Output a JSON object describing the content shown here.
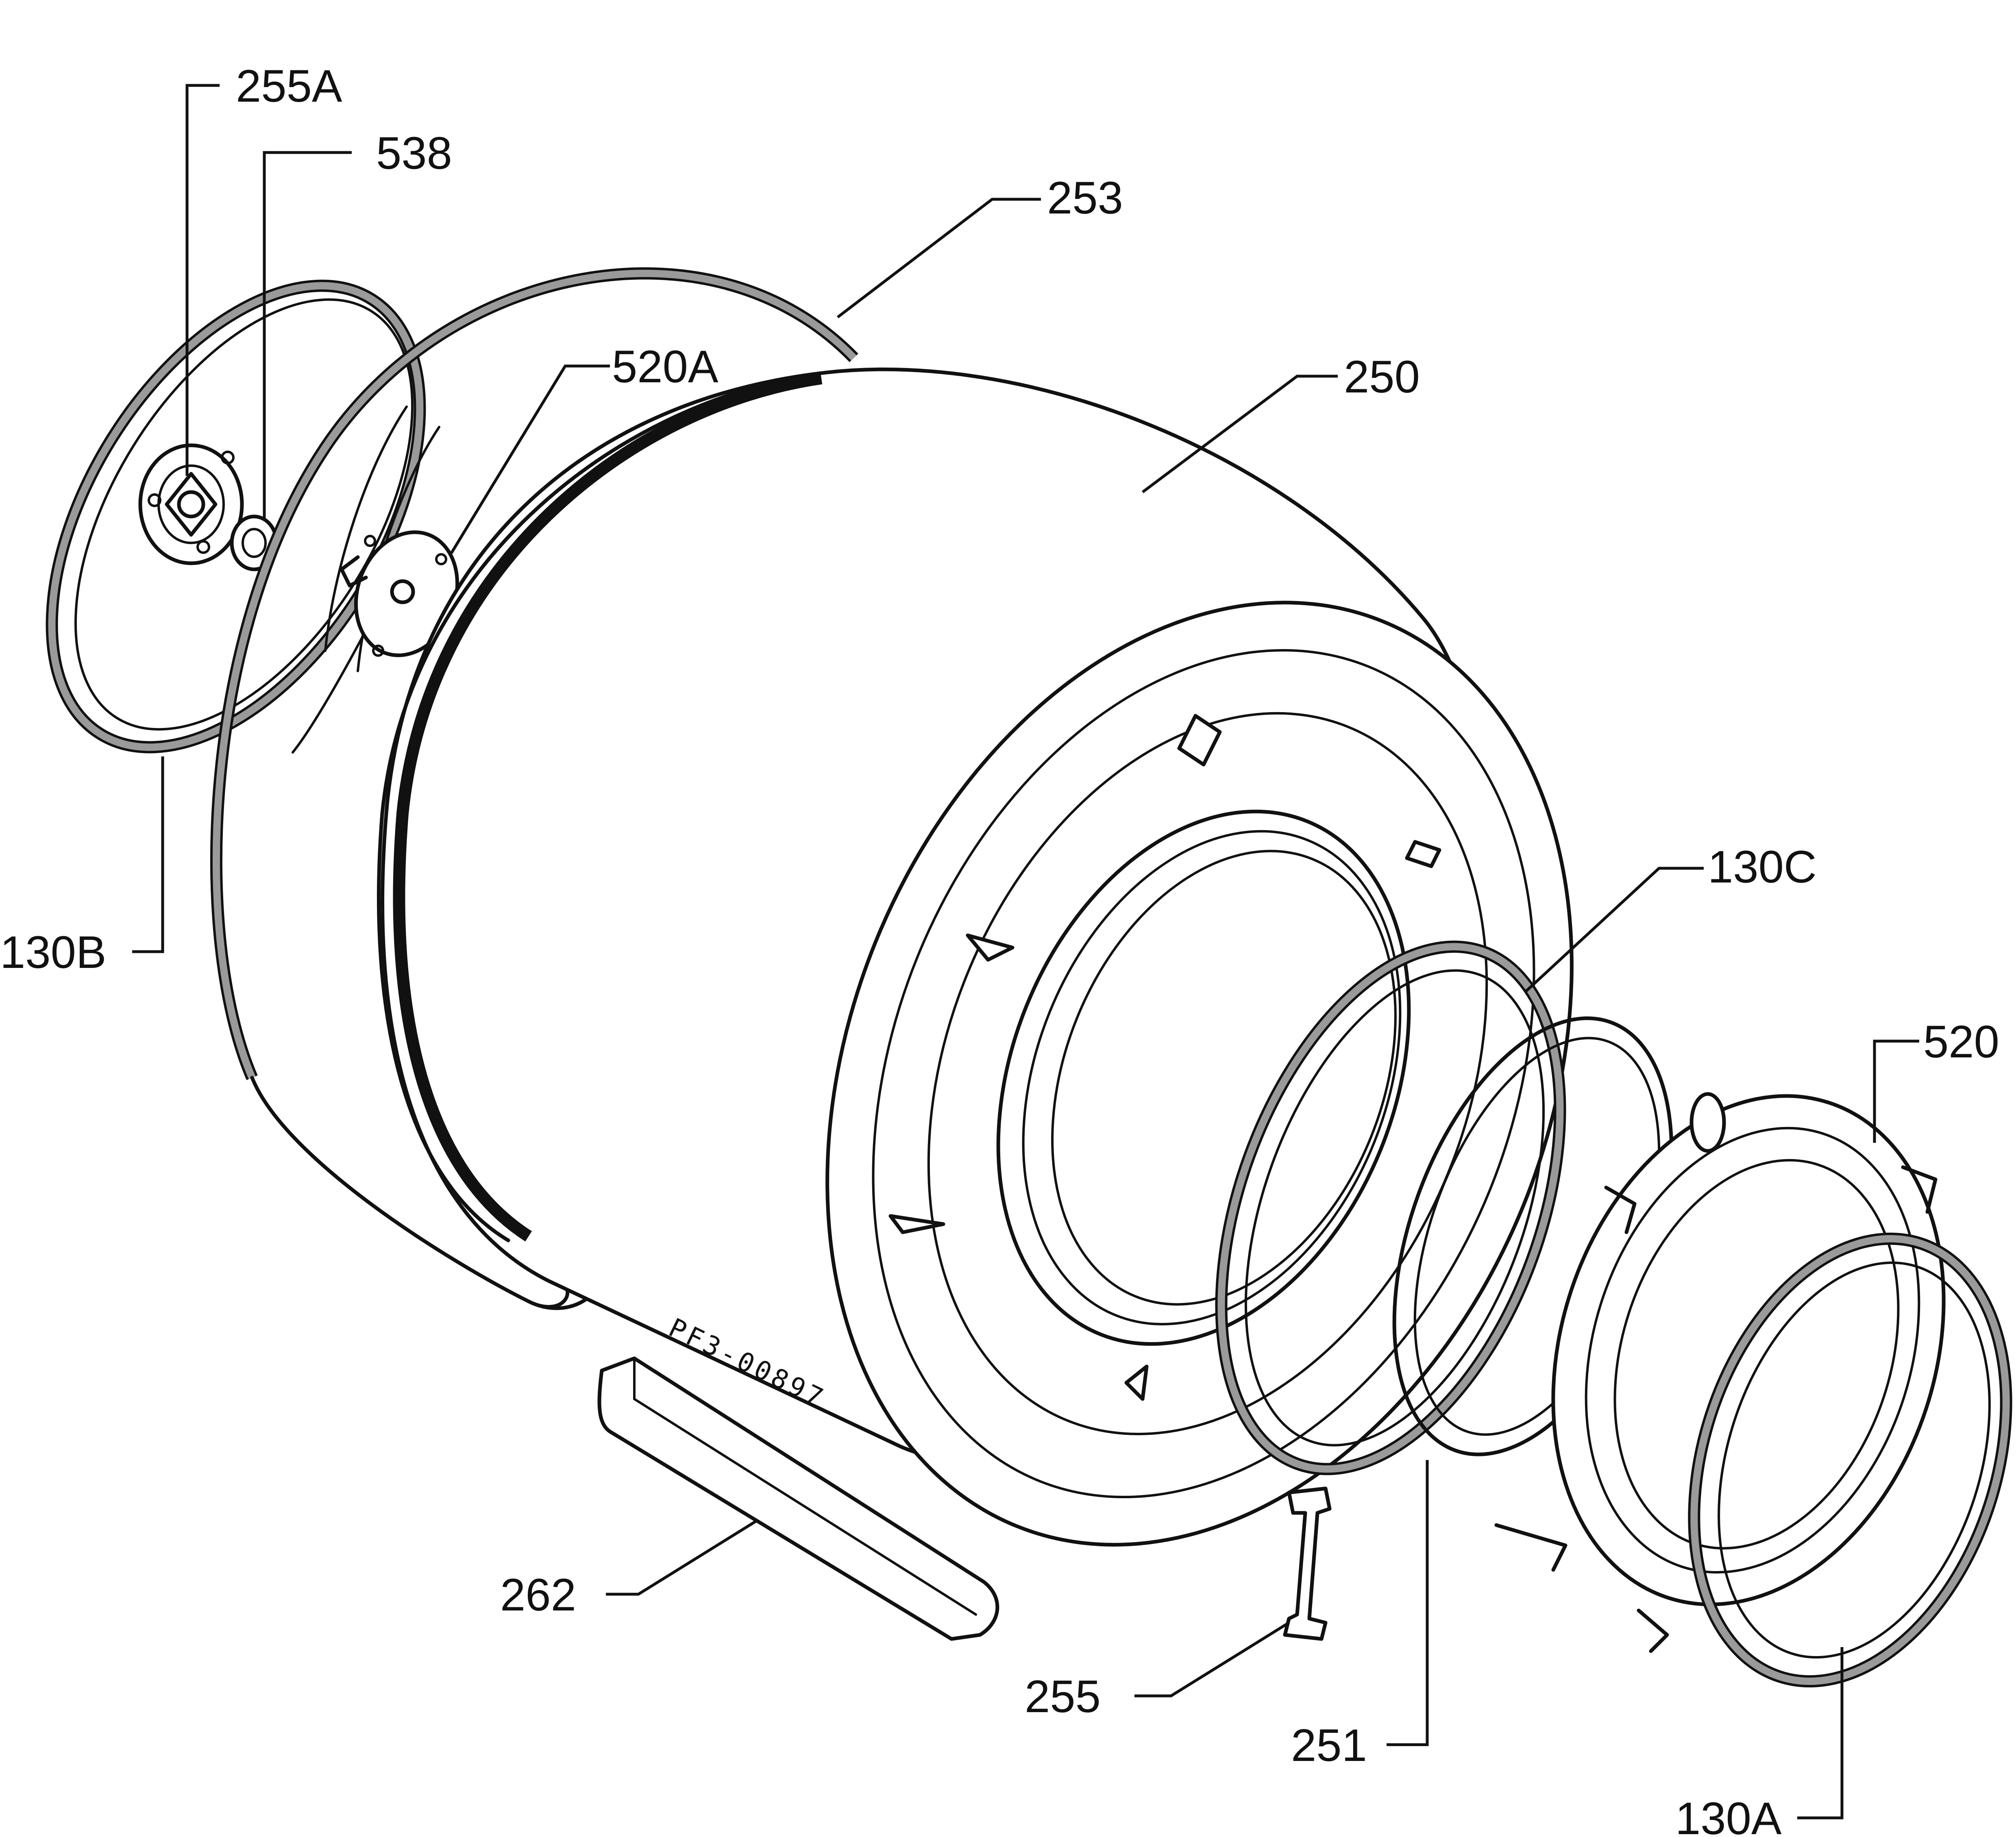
{
  "diagram": {
    "stamp": "PF3-00897",
    "callouts": {
      "c255A": "255A",
      "c538": "538",
      "c253": "253",
      "c520A": "520A",
      "c250": "250",
      "c130B": "130B",
      "c130C": "130C",
      "c520": "520",
      "c262": "262",
      "c255": "255",
      "c251": "251",
      "c130A": "130A"
    }
  }
}
